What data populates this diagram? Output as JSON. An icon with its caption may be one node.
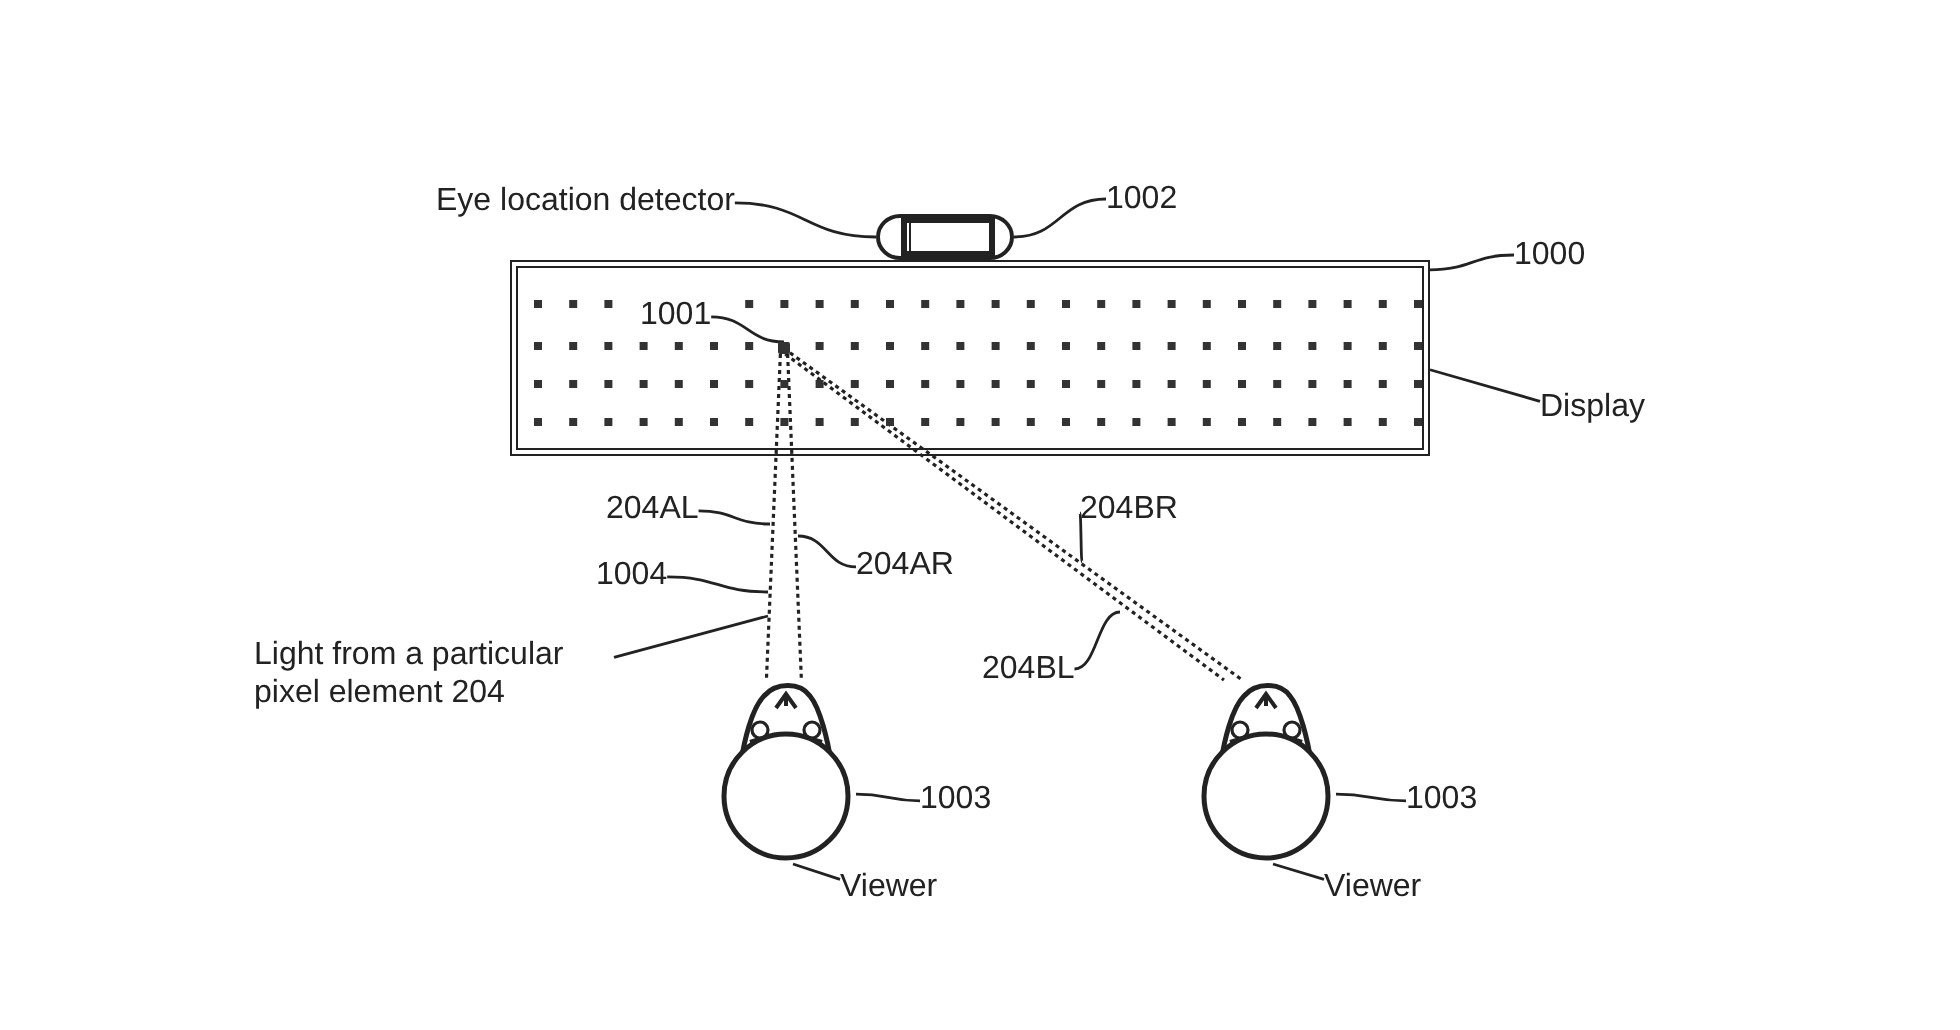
{
  "diagram": {
    "nodes": [
      {
        "text": [
          "Eye location detector"
        ]
      },
      {
        "text": [],
        "shape": "box"
      },
      {
        "text": [
          "1002"
        ]
      },
      {
        "text": [],
        "shape": "box"
      },
      {
        "text": [
          "1000"
        ]
      },
      {
        "text": [
          "1001"
        ],
        "in": 3
      },
      {
        "text": [],
        "shape": "circle",
        "in": 3
      },
      {
        "text": [
          "Display"
        ]
      },
      {
        "text": [
          "204AL"
        ]
      },
      {
        "text": [
          "204BR"
        ]
      },
      {
        "text": [
          "1004"
        ]
      },
      {
        "text": [
          "204AR"
        ]
      },
      {
        "text": [
          "Light from a particular pixel element 204"
        ]
      },
      {
        "text": [
          "204BL"
        ]
      },
      {
        "text": [],
        "shape": "person"
      },
      {
        "text": [
          "1003"
        ]
      },
      {
        "text": [],
        "shape": "person"
      },
      {
        "text": [
          "1003"
        ]
      },
      {
        "text": [
          "Viewer"
        ]
      },
      {
        "text": [
          "Viewer"
        ]
      }
    ],
    "edges": [
      {
        "from": 0,
        "to": 1,
        "arrow": "none"
      },
      {
        "from": 2,
        "to": 1,
        "arrow": "none"
      },
      {
        "from": 4,
        "to": 3,
        "arrow": "none"
      },
      {
        "from": 5,
        "to": 6,
        "arrow": "none"
      },
      {
        "from": 7,
        "to": 3,
        "arrow": "none"
      },
      {
        "from": 6,
        "to": 14,
        "arrow": "none",
        "style": "dashed"
      },
      {
        "from": 6,
        "to": 14,
        "arrow": "none",
        "style": "dashed"
      },
      {
        "from": 6,
        "to": 16,
        "arrow": "none",
        "style": "dashed"
      },
      {
        "from": 6,
        "to": 16,
        "arrow": "none",
        "style": "dashed"
      },
      {
        "from": 8,
        "to": null,
        "arrow": "none"
      },
      {
        "from": 9,
        "to": null,
        "arrow": "none"
      },
      {
        "from": 10,
        "to": null,
        "arrow": "none"
      },
      {
        "from": 11,
        "to": null,
        "arrow": "none"
      },
      {
        "from": 12,
        "to": null,
        "arrow": "none"
      },
      {
        "from": 13,
        "to": null,
        "arrow": "none"
      },
      {
        "from": 15,
        "to": 14,
        "arrow": "none"
      },
      {
        "from": 17,
        "to": 16,
        "arrow": "none"
      },
      {
        "from": 18,
        "to": 14,
        "arrow": "none"
      },
      {
        "from": 19,
        "to": 16,
        "arrow": "none"
      }
    ]
  }
}
